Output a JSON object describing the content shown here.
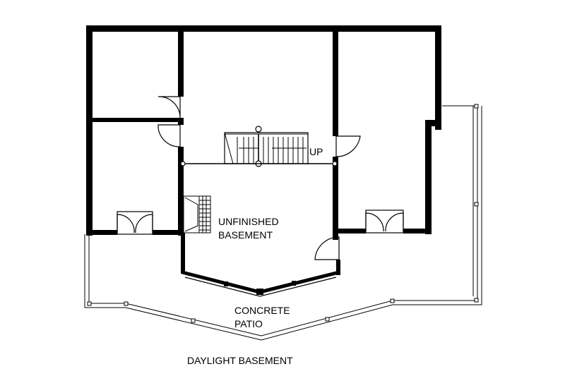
{
  "labels": {
    "stair": "UP",
    "basement_line1": "UNFINISHED",
    "basement_line2": "BASEMENT",
    "patio_line1": "CONCRETE",
    "patio_line2": "PATIO",
    "caption": "DAYLIGHT BASEMENT"
  },
  "colors": {
    "ink": "#000000",
    "background": "#ffffff"
  }
}
